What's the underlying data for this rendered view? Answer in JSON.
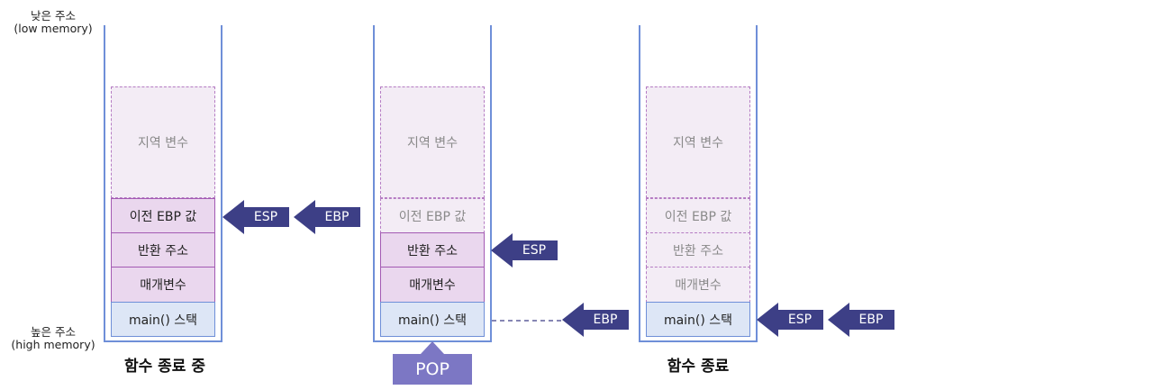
{
  "addresses": {
    "low_line1": "낮은 주소",
    "low_line2": "(low memory)",
    "high_line1": "높은 주소",
    "high_line2": "(high memory)"
  },
  "stacks": [
    {
      "caption": "함수 종료 중",
      "cells": [
        "지역 변수",
        "이전 EBP 값",
        "반환 주소",
        "매개변수",
        "main() 스택"
      ],
      "arrows": [
        "ESP",
        "EBP"
      ]
    },
    {
      "caption": "",
      "cells": [
        "지역 변수",
        "이전 EBP 값",
        "반환 주소",
        "매개변수",
        "main() 스택"
      ],
      "arrows": [
        "ESP",
        "EBP"
      ],
      "pop_label": "POP"
    },
    {
      "caption": "함수 종료",
      "cells": [
        "지역 변수",
        "이전 EBP 값",
        "반환 주소",
        "매개변수",
        "main() 스택"
      ],
      "arrows": [
        "ESP",
        "EBP"
      ]
    }
  ],
  "colors": {
    "arrow": "#3d3f86",
    "stack_wall": "#6f8fd8",
    "frame_fill": "#ead7ee",
    "pop_button": "#7c77c4"
  }
}
